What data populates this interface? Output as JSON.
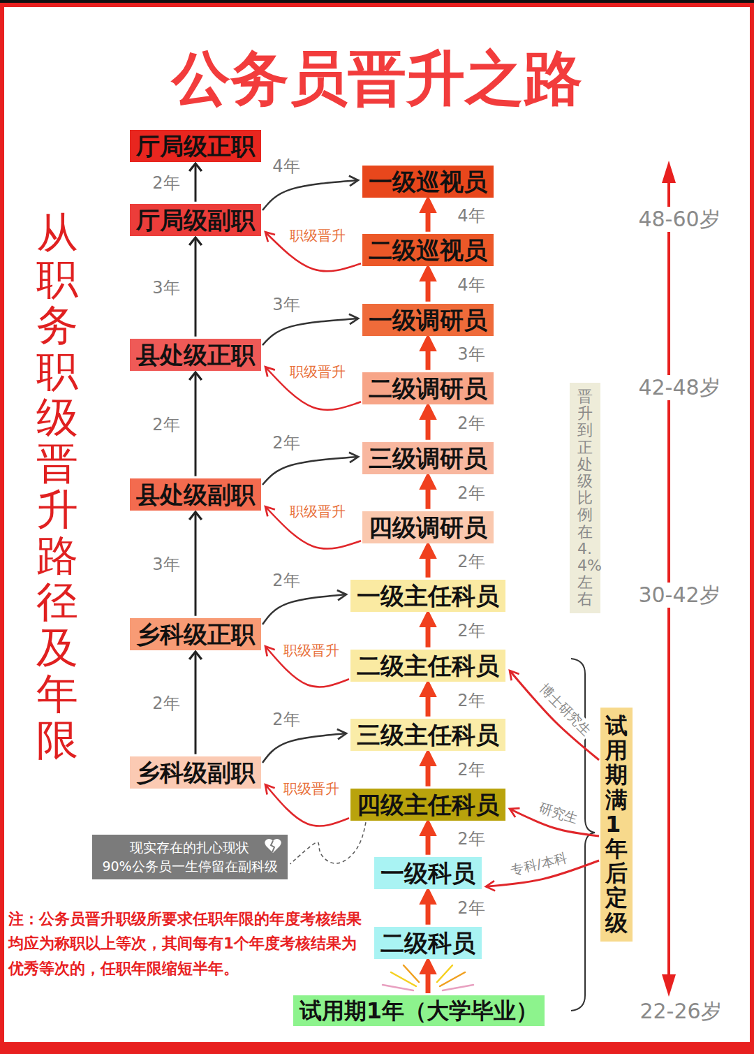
{
  "diagram": {
    "title": "公务员晋升之路",
    "nodes": [
      {
        "text": [
          "厅局级正职"
        ]
      },
      {
        "text": [
          "一级巡视员"
        ]
      },
      {
        "text": [
          "厅局级副职"
        ]
      },
      {
        "text": [
          "二级巡视员"
        ]
      },
      {
        "text": [
          "一级调研员"
        ]
      },
      {
        "text": [
          "县处级正职"
        ]
      },
      {
        "text": [
          "二级调研员"
        ]
      },
      {
        "text": [
          "晋升到正处级比例在4.4%左右"
        ]
      },
      {
        "text": [
          "三级调研员"
        ]
      },
      {
        "text": [
          "县处级副职"
        ]
      },
      {
        "text": [
          "四级调研员"
        ]
      },
      {
        "text": [
          "一级主任科员"
        ]
      },
      {
        "text": [
          "乡科级正职"
        ]
      },
      {
        "text": [
          "二级主任科员"
        ]
      },
      {
        "text": [
          "试用期满1年后定级"
        ]
      },
      {
        "text": [
          "三级主任科员"
        ]
      },
      {
        "text": [
          "乡科级副职"
        ]
      },
      {
        "text": [
          "四级主任科员"
        ]
      },
      {
        "text": [
          "现实存在的扎心现状",
          "90%公务员一生停留在副科级"
        ]
      },
      {
        "text": [
          "一级科员"
        ]
      },
      {
        "text": [
          "二级科员"
        ]
      },
      {
        "text": [
          "试用期1年（大学毕业）"
        ]
      }
    ],
    "edges": [
      {
        "from": 16,
        "to": 12,
        "arrow": "to",
        "label": "2年"
      },
      {
        "from": 12,
        "to": 9,
        "arrow": "to",
        "label": "3年"
      },
      {
        "from": 9,
        "to": 5,
        "arrow": "to",
        "label": "2年"
      },
      {
        "from": 5,
        "to": 2,
        "arrow": "to",
        "label": "3年"
      },
      {
        "from": 2,
        "to": 0,
        "arrow": "to",
        "label": "2年"
      },
      {
        "from": 21,
        "to": 20,
        "arrow": "to"
      },
      {
        "from": 20,
        "to": 19,
        "arrow": "to",
        "label": "2年"
      },
      {
        "from": 19,
        "to": 17,
        "arrow": "to",
        "label": "2年"
      },
      {
        "from": 17,
        "to": 15,
        "arrow": "to",
        "label": "2年"
      },
      {
        "from": 15,
        "to": 13,
        "arrow": "to",
        "label": "2年"
      },
      {
        "from": 13,
        "to": 11,
        "arrow": "to",
        "label": "2年"
      },
      {
        "from": 11,
        "to": 10,
        "arrow": "to",
        "label": "2年"
      },
      {
        "from": 10,
        "to": 8,
        "arrow": "to",
        "label": "2年"
      },
      {
        "from": 8,
        "to": 6,
        "arrow": "to",
        "label": "2年"
      },
      {
        "from": 6,
        "to": 4,
        "arrow": "to",
        "label": "3年"
      },
      {
        "from": 4,
        "to": 3,
        "arrow": "to",
        "label": "4年"
      },
      {
        "from": 3,
        "to": 1,
        "arrow": "to",
        "label": "4年"
      },
      {
        "from": 16,
        "to": 15,
        "arrow": "to",
        "label": "2年"
      },
      {
        "from": 12,
        "to": 11,
        "arrow": "to",
        "label": "2年"
      },
      {
        "from": 9,
        "to": 8,
        "arrow": "to",
        "label": "2年"
      },
      {
        "from": 5,
        "to": 4,
        "arrow": "to",
        "label": "3年"
      },
      {
        "from": 2,
        "to": 1,
        "arrow": "to",
        "label": "4年"
      },
      {
        "from": 17,
        "to": 16,
        "arrow": "to",
        "label": "职级晋升"
      },
      {
        "from": 13,
        "to": 12,
        "arrow": "to",
        "label": "职级晋升"
      },
      {
        "from": 10,
        "to": 9,
        "arrow": "to",
        "label": "职级晋升"
      },
      {
        "from": 6,
        "to": 5,
        "arrow": "to",
        "label": "职级晋升"
      },
      {
        "from": 3,
        "to": 2,
        "arrow": "to",
        "label": "职级晋升"
      },
      {
        "from": 14,
        "to": 13,
        "arrow": "to",
        "label": "博士研究生"
      },
      {
        "from": 14,
        "to": 17,
        "arrow": "to",
        "label": "研究生"
      },
      {
        "from": 14,
        "to": 19,
        "arrow": "to",
        "label": "专科/本科"
      },
      {
        "from": 17,
        "to": 18,
        "arrow": "none"
      }
    ],
    "labels": [
      "从职务职级晋升路径及年限",
      "48-60岁",
      "42-48岁",
      "30-42岁",
      "22-26岁",
      "注：公务员晋升职级所要求任职年限的年度考核结果均应为称职以上等次，其间每有1个年度考核结果为优秀等次的，任职年限缩短半年。"
    ]
  }
}
